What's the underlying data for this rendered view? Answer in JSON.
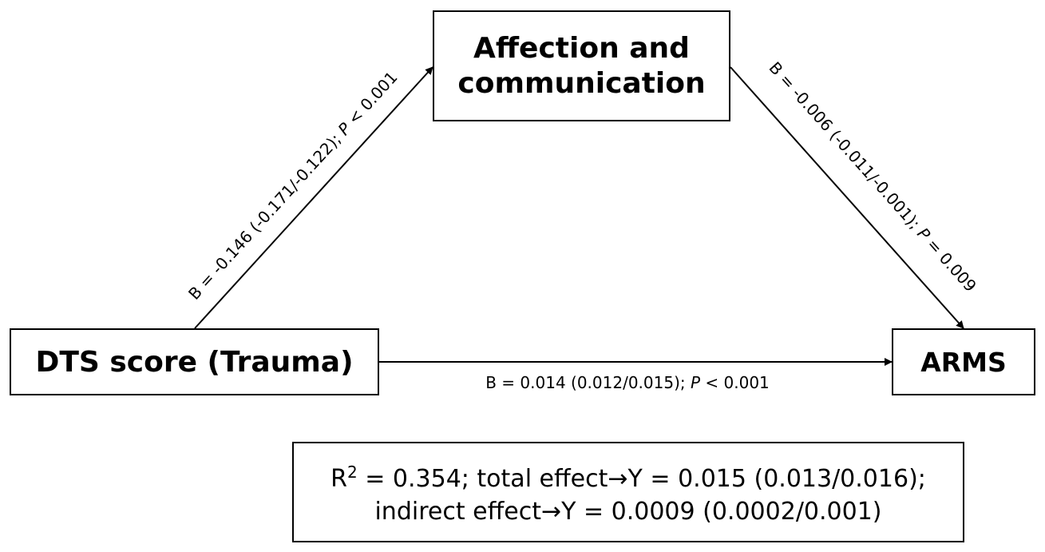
{
  "nodes": {
    "mediator": {
      "line1": "Affection and",
      "line2": "communication"
    },
    "predictor": "DTS score (Trauma)",
    "outcome": "ARMS"
  },
  "paths": {
    "a": {
      "prefix": "B = -0.146 (-0.171/-0.122); ",
      "p_symbol": "P",
      "suffix": " < 0.001"
    },
    "b": {
      "prefix": "B = -0.006 (-0.011/-0.001); ",
      "p_symbol": "P",
      "suffix": " = 0.009"
    },
    "c": {
      "prefix": "B = 0.014 (0.012/0.015); ",
      "p_symbol": "P",
      "suffix": " < 0.001"
    }
  },
  "summary": {
    "r_symbol": "R",
    "r_superscript": "2",
    "line1_rest": " = 0.354; total effect→Y = 0.015 (0.013/0.016);",
    "line2": "indirect effect→Y = 0.0009 (0.0002/0.001)"
  }
}
